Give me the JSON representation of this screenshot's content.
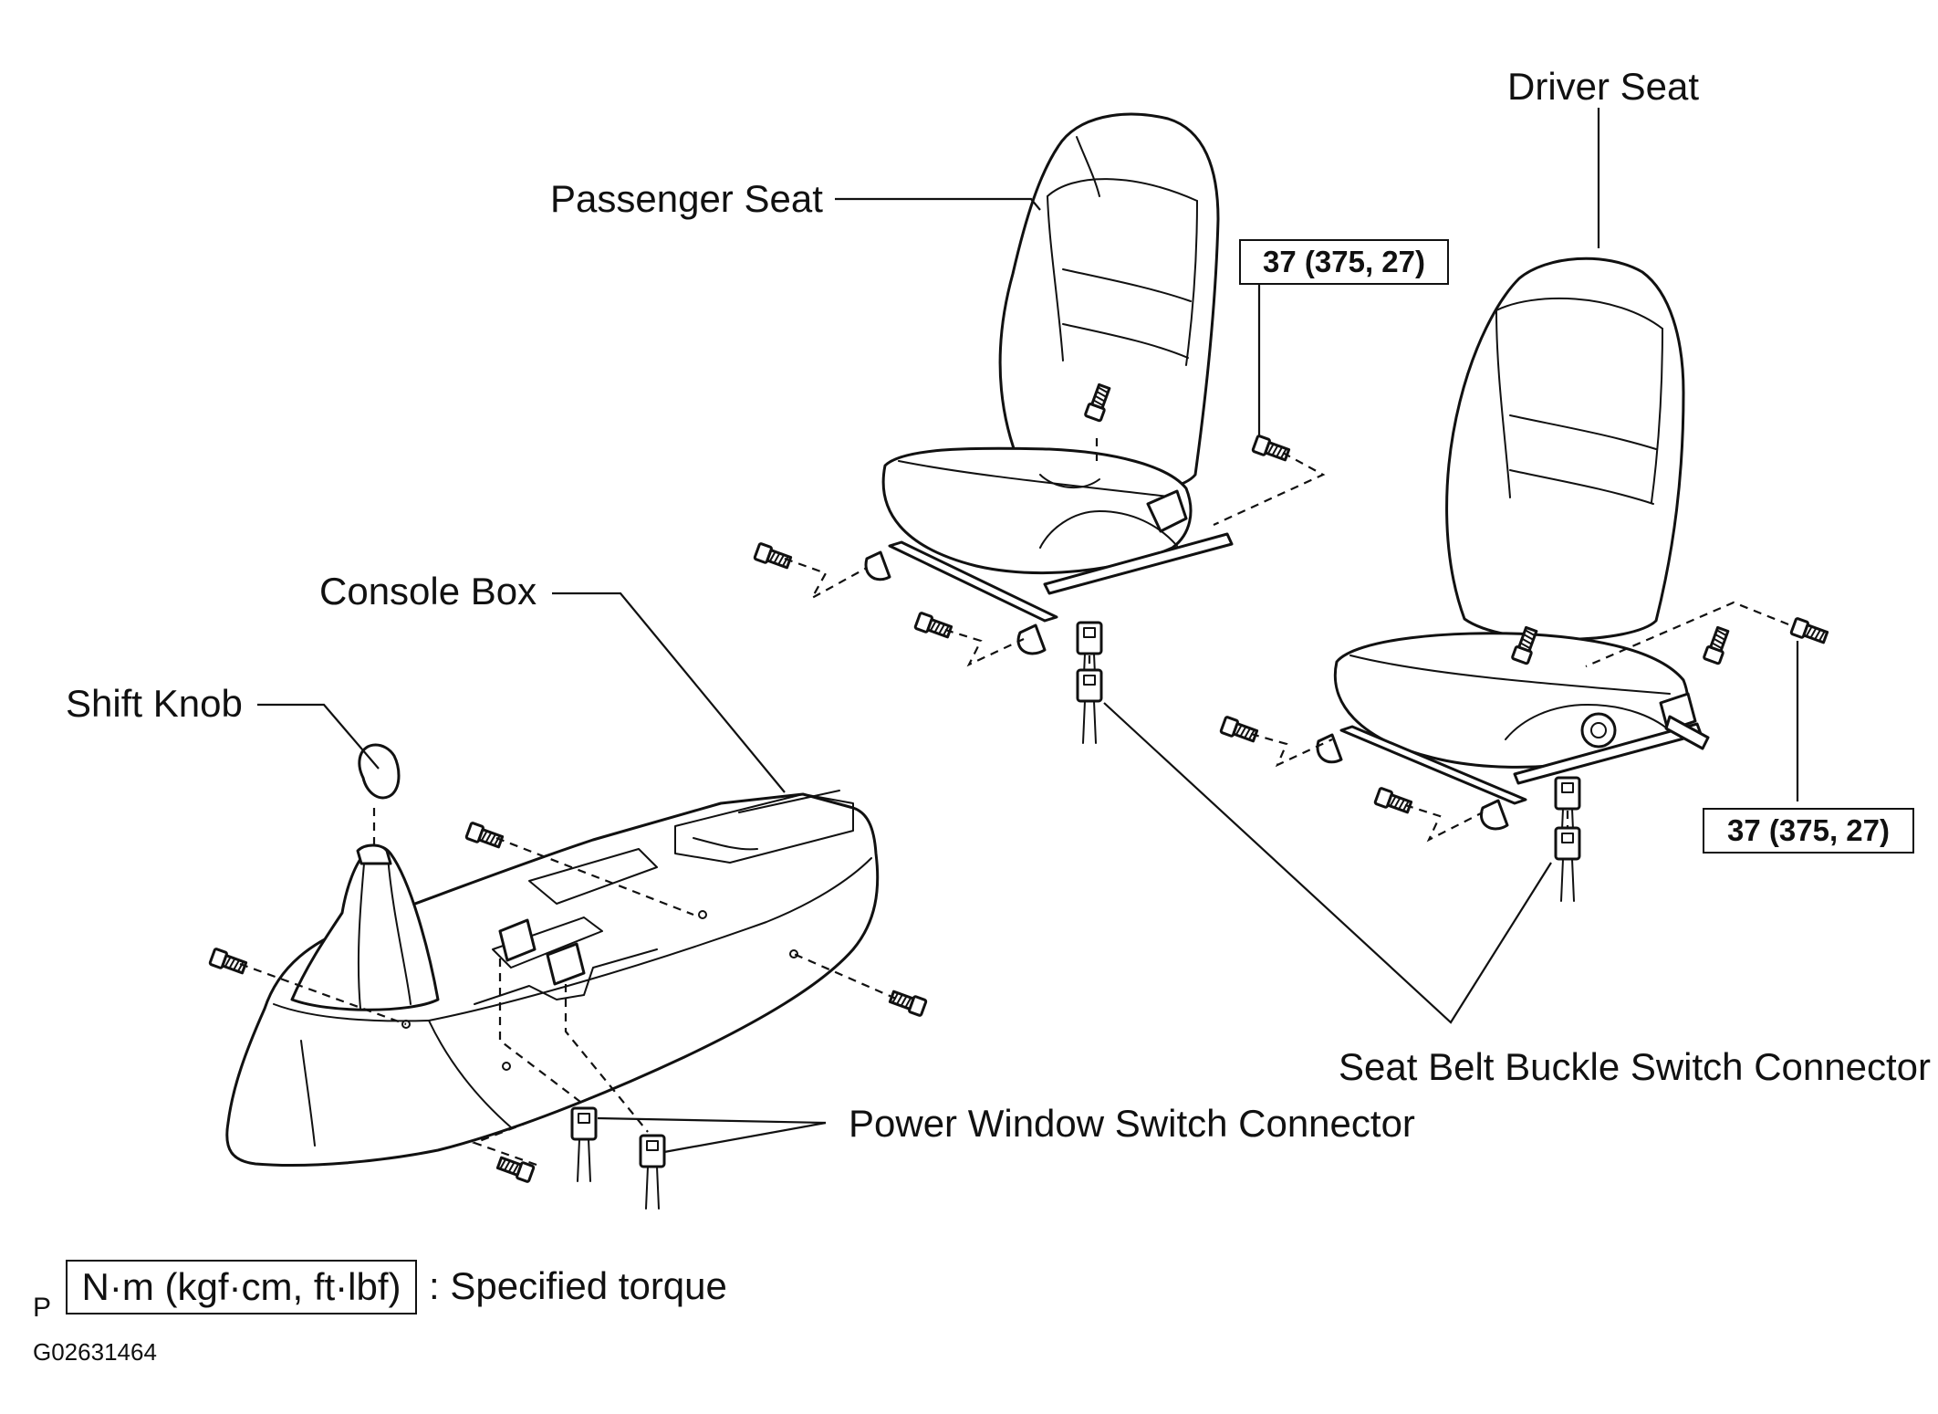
{
  "labels": {
    "passenger_seat": "Passenger Seat",
    "driver_seat": "Driver Seat",
    "console_box": "Console Box",
    "shift_knob": "Shift Knob",
    "seat_belt_buckle_switch_connector": "Seat Belt Buckle Switch Connector",
    "power_window_switch_connector": "Power Window Switch Connector"
  },
  "torque": {
    "passenger_seat_bolt": "37 (375, 27)",
    "driver_seat_bolt": "37 (375, 27)"
  },
  "legend": {
    "prefix": "P",
    "unit_box": "N·m (kgf·cm, ft·lbf)",
    "description": ": Specified torque"
  },
  "figure_code": "G02631464",
  "icons": [
    "bolt-icon",
    "connector-icon",
    "seat-icon",
    "console-box-icon",
    "shift-knob-icon"
  ]
}
